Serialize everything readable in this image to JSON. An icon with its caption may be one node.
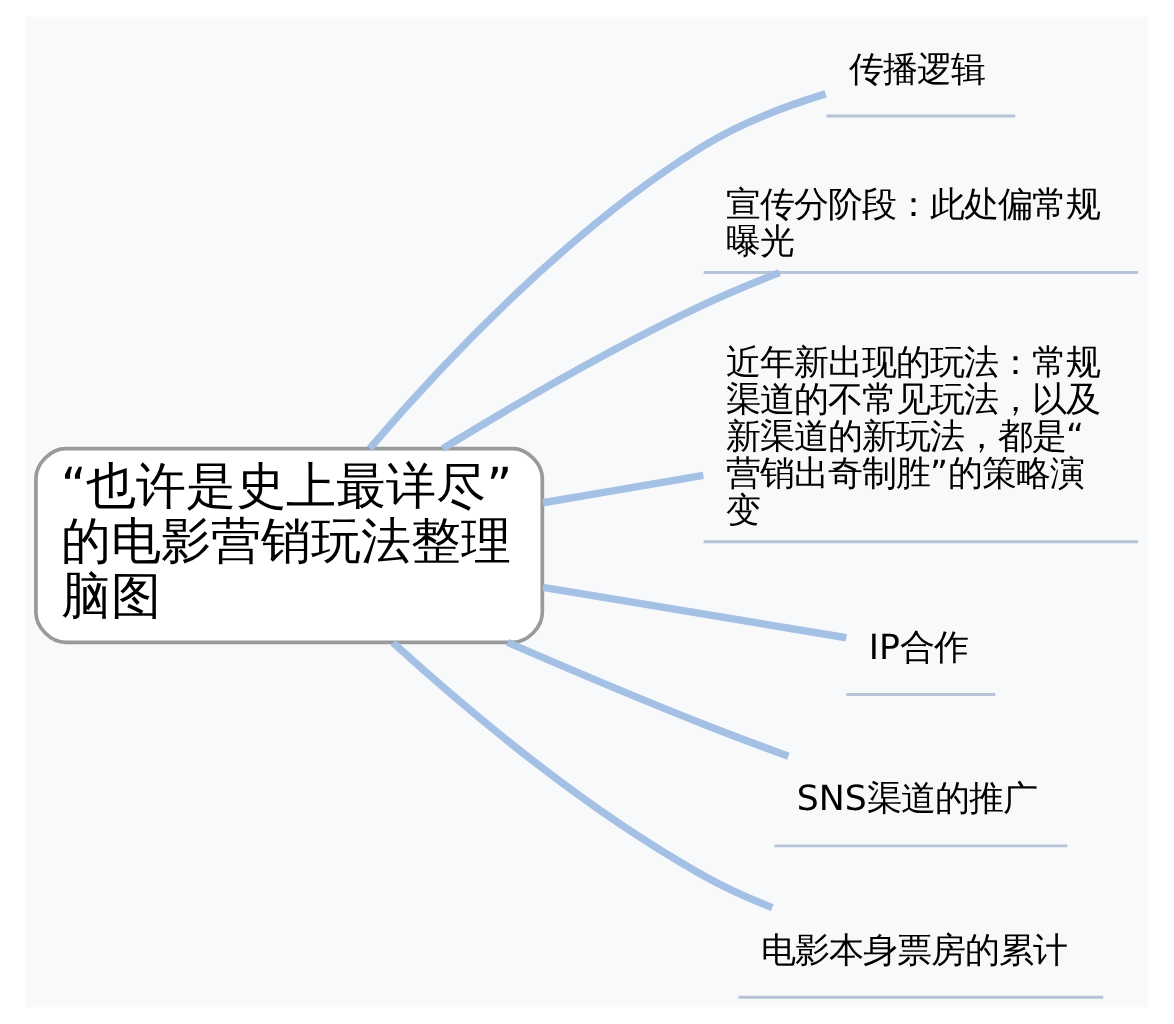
{
  "diagram": {
    "nodes": [
      {
        "text": [
          "“也许是史上最详尽”的电影营销玩法整理脑图"
        ]
      },
      {
        "text": [
          "传播逻辑"
        ]
      },
      {
        "text": [
          "宣传分阶段：此处偏常规曝光"
        ]
      },
      {
        "text": [
          "近年新出现的玩法：常规渠道的不常见玩法，以及新渠道的新玩法，都是“营销出奇制胜”的策略演变"
        ]
      },
      {
        "text": [
          "IP合作"
        ]
      },
      {
        "text": [
          "SNS渠道的推广"
        ]
      },
      {
        "text": [
          "电影本身票房的累计"
        ]
      }
    ],
    "edges": [
      {
        "from": 0,
        "to": 1,
        "arrow": "none"
      },
      {
        "from": 0,
        "to": 2,
        "arrow": "none"
      },
      {
        "from": 0,
        "to": 3,
        "arrow": "none"
      },
      {
        "from": 0,
        "to": 4,
        "arrow": "none"
      },
      {
        "from": 0,
        "to": 5,
        "arrow": "none"
      },
      {
        "from": 0,
        "to": 6,
        "arrow": "none"
      }
    ]
  }
}
